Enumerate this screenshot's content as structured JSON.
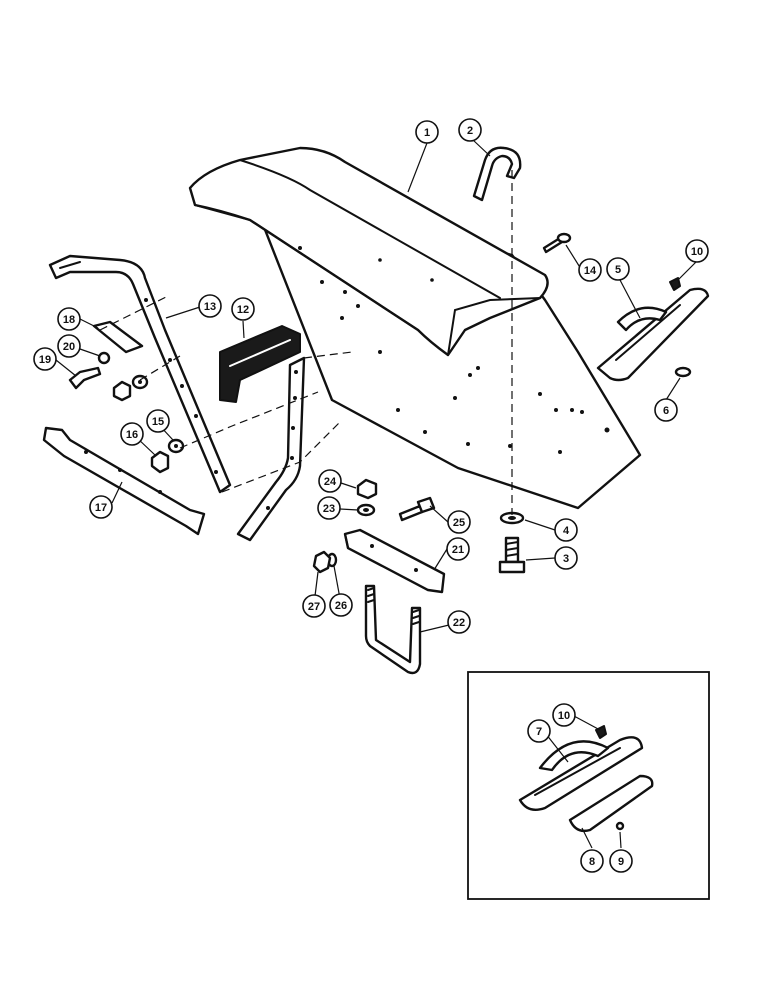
{
  "callouts": {
    "c1": "1",
    "c2": "2",
    "c3": "3",
    "c4": "4",
    "c5": "5",
    "c6": "6",
    "c7": "7",
    "c8": "8",
    "c9": "9",
    "c10": "10",
    "c10b": "10",
    "c12": "12",
    "c13": "13",
    "c14": "14",
    "c15": "15",
    "c16": "16",
    "c17": "17",
    "c18": "18",
    "c19": "19",
    "c20": "20",
    "c21": "21",
    "c22": "22",
    "c23": "23",
    "c24": "24",
    "c25": "25",
    "c26": "26",
    "c27": "27"
  }
}
